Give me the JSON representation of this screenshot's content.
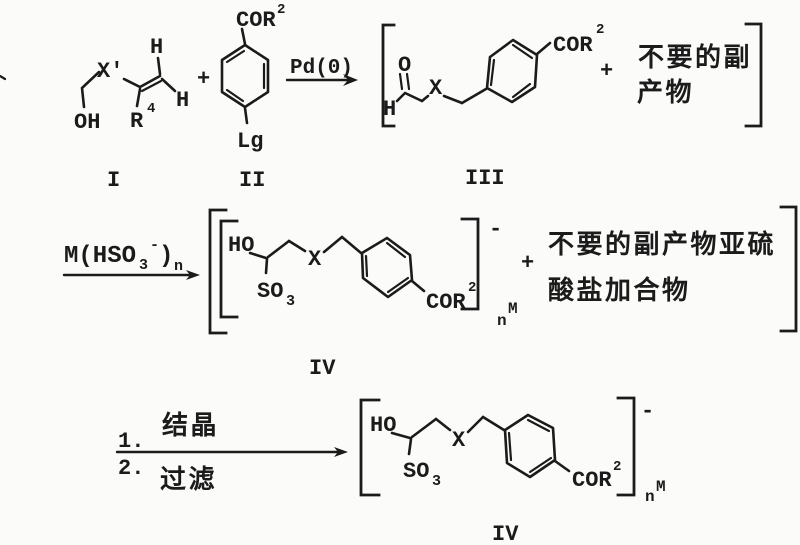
{
  "page": {
    "background": "#fbfbf9",
    "ink": "#1b1b1b"
  },
  "scheme": {
    "row1": {
      "compound_I": {
        "oh": "OH",
        "x_prime": "X'",
        "h_top": "H",
        "h_right": "H",
        "r": "R",
        "r_sup": "4",
        "label": "I"
      },
      "plus_1": "+",
      "compound_II": {
        "cor": "COR",
        "cor_sup": "2",
        "lg": "Lg",
        "label": "II"
      },
      "arrow_label": "Pd(0)",
      "compound_III": {
        "o": "O",
        "h": "H",
        "x": "X",
        "cor": "COR",
        "cor_sup": "2",
        "label": "III"
      },
      "plus_2": "+",
      "byproduct_line1": "不要的副",
      "byproduct_line2": "产物"
    },
    "row2": {
      "reagent": {
        "main": "M(HSO",
        "sub_3": "3",
        "sup_minus": "-",
        "paren": ")",
        "sub_n": "n"
      },
      "compound_IV": {
        "ho": "HO",
        "so": "SO",
        "so_sub": "3",
        "x": "X",
        "cor": "COR",
        "cor_sup": "2",
        "charge": "-",
        "sub_n": "n",
        "sup_m": "M",
        "label": "IV"
      },
      "plus": "+",
      "byproduct_line1": "不要的副产物亚硫",
      "byproduct_line2": "酸盐加合物"
    },
    "row3": {
      "cond_1_num": "1.",
      "cond_1": "结晶",
      "cond_2_num": "2.",
      "cond_2": "过滤",
      "compound_IV": {
        "ho": "HO",
        "so": "SO",
        "so_sub": "3",
        "x": "X",
        "cor": "COR",
        "cor_sup": "2",
        "charge": "-",
        "sub_n": "n",
        "sup_m": "M",
        "label": "IV"
      }
    }
  }
}
